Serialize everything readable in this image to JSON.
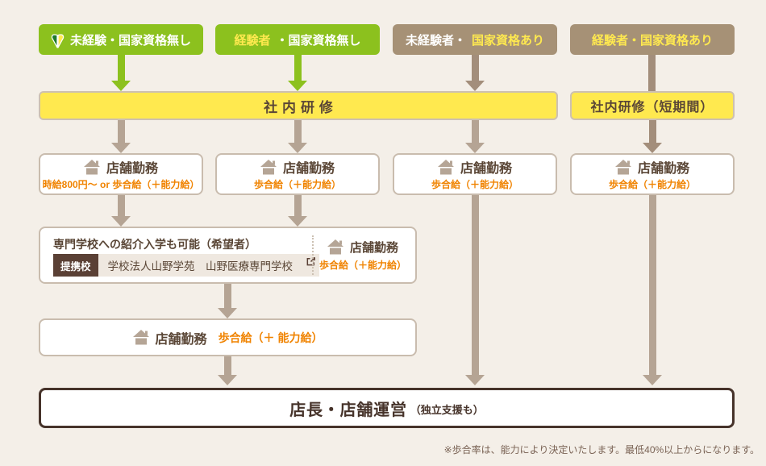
{
  "top_row": [
    {
      "label": "未経験・国家資格無し"
    },
    {
      "label_highlight": "経験者",
      "label_rest": "・国家資格無し"
    },
    {
      "label_rest": "未経験者・",
      "label_highlight": "国家資格あり"
    },
    {
      "label_highlight": "経験者・国家資格あり"
    }
  ],
  "training": {
    "main_label": "社内研修",
    "short_label": "社内研修（短期間）"
  },
  "store_row": [
    {
      "title": "店舗勤務",
      "sub": "時給800円〜 or 歩合給（＋能力給）"
    },
    {
      "title": "店舗勤務",
      "sub": "歩合給（＋能力給）"
    },
    {
      "title": "店舗勤務",
      "sub": "歩合給（＋能力給）"
    },
    {
      "title": "店舗勤務",
      "sub": "歩合給（＋能力給）"
    }
  ],
  "school_box": {
    "title": "専門学校への紹介入学も可能（希望者）",
    "partner_label": "提携校",
    "partner_name": "学校法人山野学苑　山野医療専門学校",
    "store_title": "店舗勤務",
    "store_sub": "歩合給（＋能力給）"
  },
  "mid_store": {
    "title": "店舗勤務",
    "sub": "歩合給（＋ 能力給）"
  },
  "goal": {
    "title": "店長・店舗運営",
    "sub": "（独立支援も）"
  },
  "footnote": "※歩合率は、能力により決定いたします。最低40%以上からになります。",
  "palette": {
    "green": "#8CC11E",
    "taupe": "#A69176",
    "yellow": "#FFE94F",
    "orange": "#F08300",
    "brown_text": "#5A4636",
    "goal_brown": "#46332A",
    "arrow_light": "#B5A494",
    "arrow_dark": "#A38E7B",
    "background": "#F4EFE8"
  }
}
